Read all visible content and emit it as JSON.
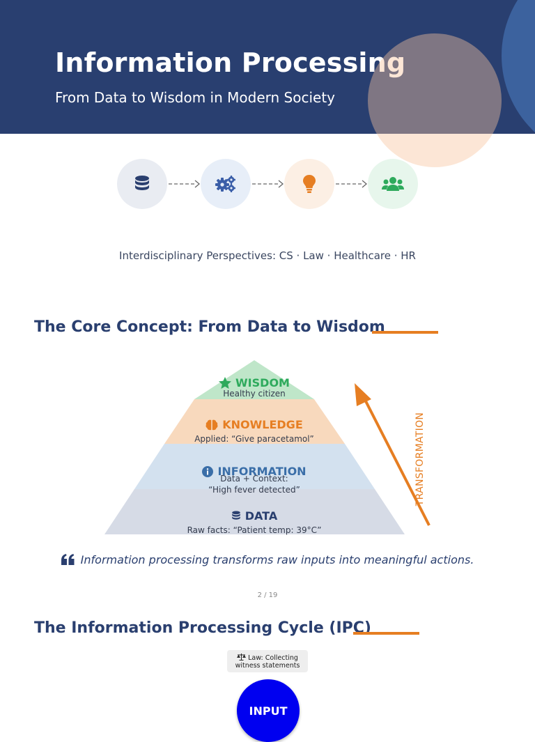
{
  "header": {
    "title": "Information Processing",
    "subtitle": "From Data to Wisdom in Modern Society"
  },
  "flow": {
    "steps": [
      {
        "icon": "database-icon",
        "color": "#2a3f6f",
        "bg": "#e9ecf2"
      },
      {
        "icon": "gears-icon",
        "color": "#3a5ea8",
        "bg": "#e7eef8"
      },
      {
        "icon": "lightbulb-icon",
        "color": "#e67e22",
        "bg": "#fcefe4"
      },
      {
        "icon": "users-icon",
        "color": "#2eaa5c",
        "bg": "#e7f6ec"
      }
    ]
  },
  "perspectives": "Interdisciplinary Perspectives: CS · Law · Healthcare · HR",
  "section1": {
    "title": "The Core Concept: From Data to Wisdom"
  },
  "pyramid": {
    "wisdom": {
      "label": "WISDOM",
      "sub": "Healthy citizen",
      "color": "#2eaa5c",
      "fill": "#bfe6c9"
    },
    "knowledge": {
      "label": "KNOWLEDGE",
      "sub": "Applied: “Give paracetamol”",
      "color": "#e67e22",
      "fill": "#f8d9bd"
    },
    "information": {
      "label": "INFORMATION",
      "sub1": "Data + Context:",
      "sub2": "“High fever detected”",
      "color": "#3a6ea8",
      "fill": "#d3e1ef"
    },
    "data": {
      "label": "DATA",
      "sub": "Raw facts: “Patient temp: 39°C”",
      "color": "#2a3f6f",
      "fill": "#d6dbe6"
    },
    "arrow_label": "TRANSFORMATION"
  },
  "quote": "Information processing transforms raw inputs into meaningful actions.",
  "page_number": "2 / 19",
  "section2": {
    "title": "The Information Processing Cycle (IPC)"
  },
  "ipc": {
    "law_line1": "Law: Collecting",
    "law_line2": "witness statements",
    "input_label": "INPUT"
  },
  "colors": {
    "navy": "#293f70",
    "accent": "#e67e22"
  }
}
